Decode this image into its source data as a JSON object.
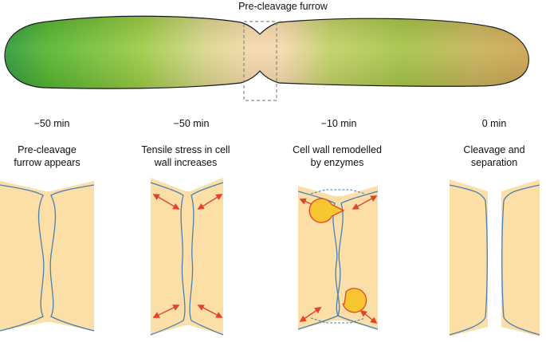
{
  "title": "Pre-cleavage furrow",
  "stages": [
    {
      "time": "−50 min",
      "caption": "Pre-cleavage\nfurrow appears"
    },
    {
      "time": "−50 min",
      "caption": "Tensile stress in cell\nwall increases"
    },
    {
      "time": "−10 min",
      "caption": "Cell wall remodelled\nby enzymes"
    },
    {
      "time": "0 min",
      "caption": "Cleavage and\nseparation"
    }
  ],
  "colors": {
    "cell_fill": "#fbdfa6",
    "wall_line": "#4a7fb5",
    "arrow": "#e0452b",
    "enzyme": "#f8c630",
    "rod_green": "#3aa833",
    "rod_tan": "#f5d5a0"
  }
}
